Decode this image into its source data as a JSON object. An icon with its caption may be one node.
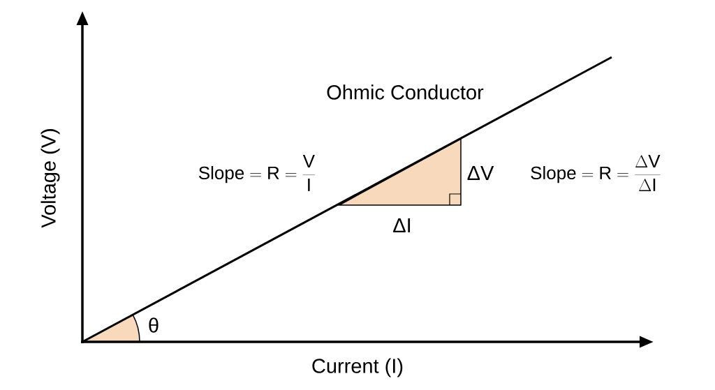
{
  "diagram": {
    "labels": [
      "Ohmic Conductor",
      "\\mathrm{Slope} = \\mathrm{R} = \\frac{\\mathrm{V}}{\\mathrm{I}}",
      "ΔV",
      "\\mathrm{Slope} = \\mathrm{R} = \\frac{\\Delta\\mathrm{V}}{\\Delta\\mathrm{I}}",
      "ΔI",
      "Voltage (V)",
      "θ",
      "Current (I)"
    ]
  }
}
